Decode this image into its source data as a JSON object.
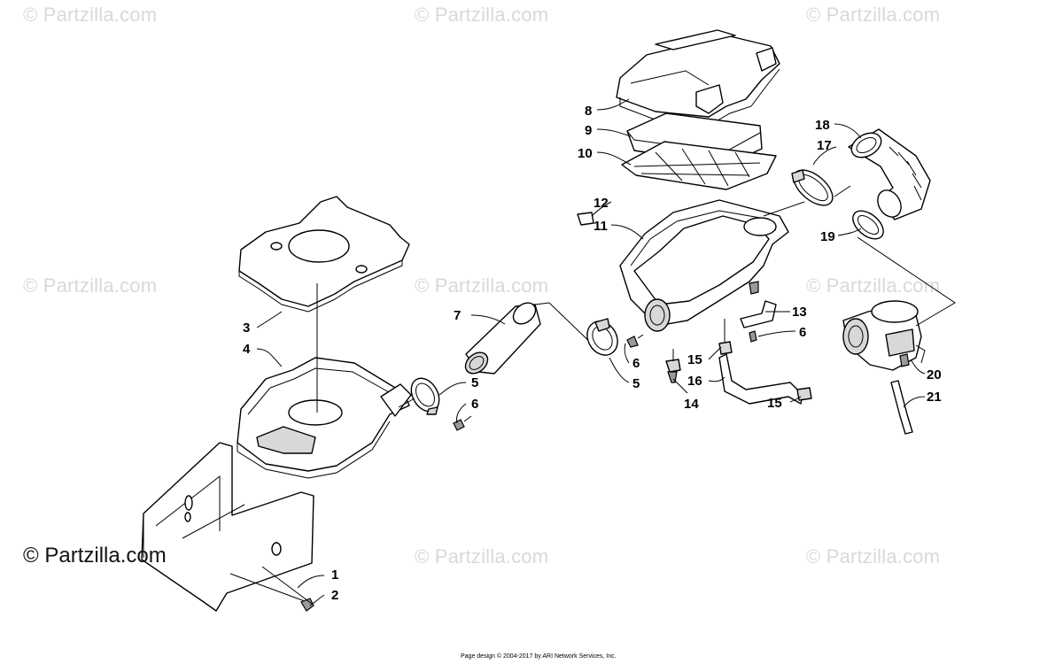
{
  "watermarks": {
    "text": "© Partzilla.com",
    "main_text": "© Partzilla.com"
  },
  "footer": {
    "text": "Page design © 2004-2017 by ARI Network Services, Inc."
  },
  "callouts": {
    "c1": "1",
    "c2": "2",
    "c3": "3",
    "c4": "4",
    "c5a": "5",
    "c5b": "5",
    "c6a": "6",
    "c6b": "6",
    "c6c": "6",
    "c7": "7",
    "c8": "8",
    "c9": "9",
    "c10": "10",
    "c11": "11",
    "c12": "12",
    "c13": "13",
    "c14": "14",
    "c15a": "15",
    "c15b": "15",
    "c16": "16",
    "c17": "17",
    "c18": "18",
    "c19": "19",
    "c20": "20",
    "c21": "21"
  }
}
